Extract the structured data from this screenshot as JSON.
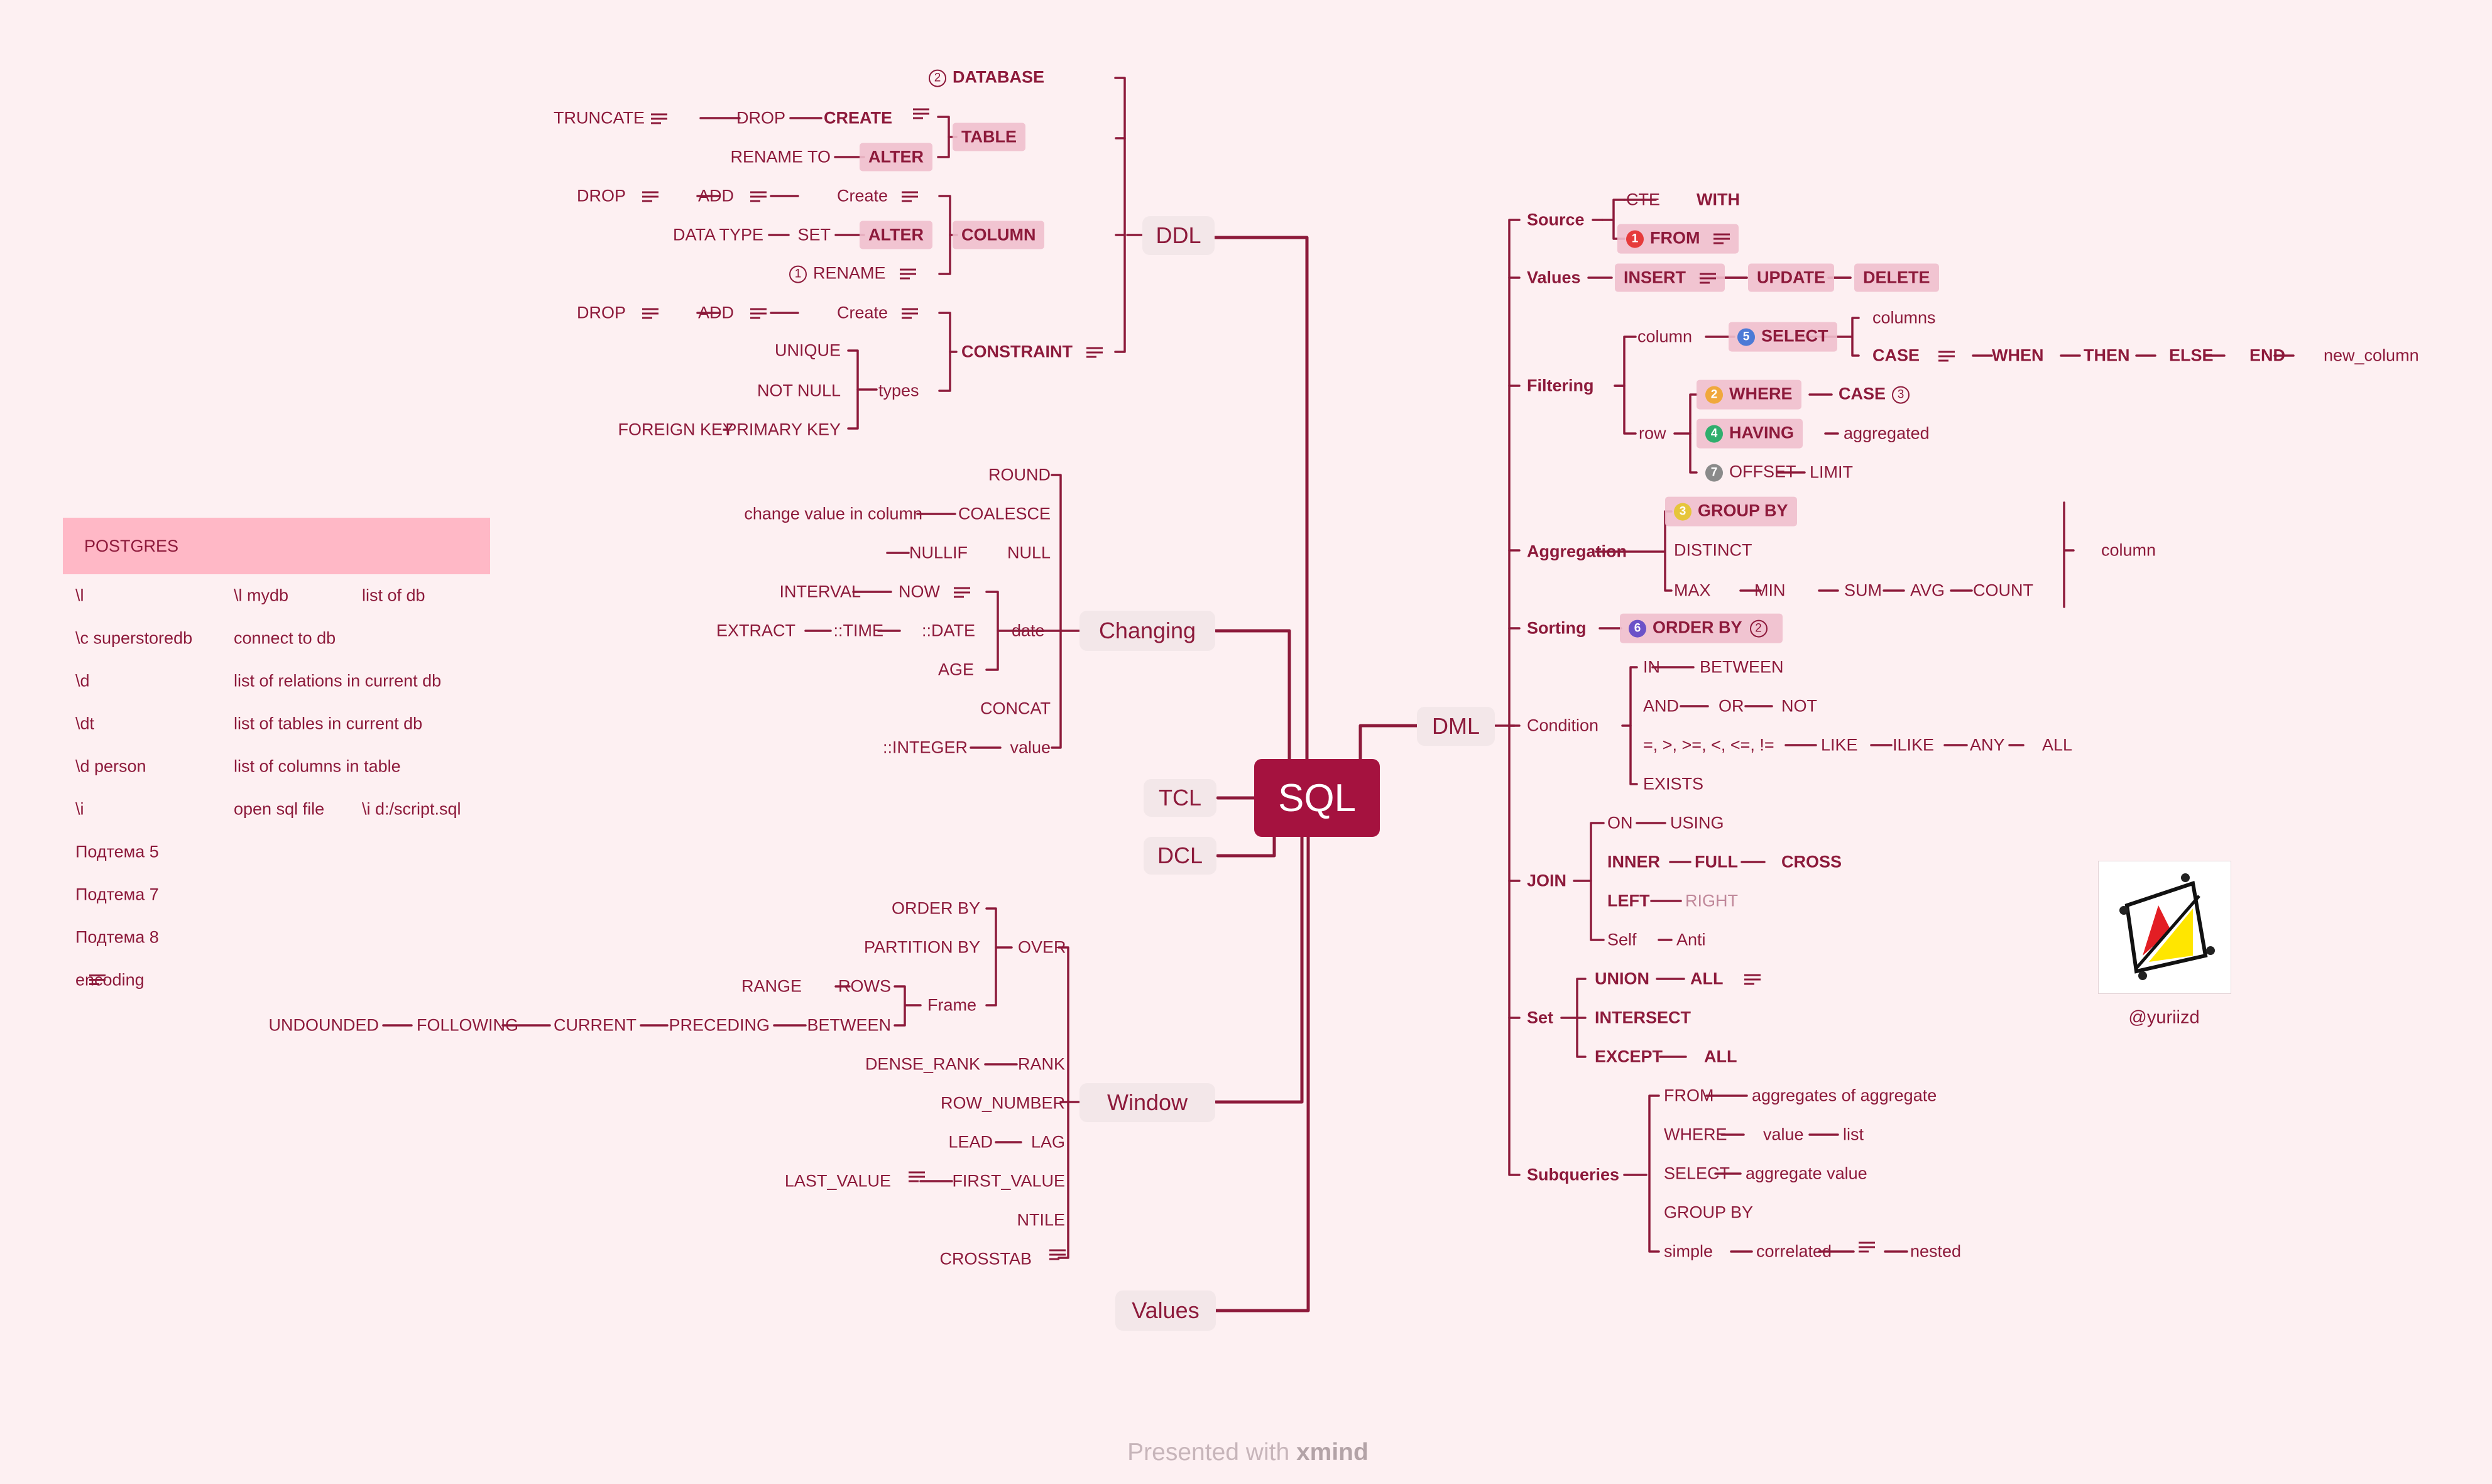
{
  "root": "SQL",
  "branches": {
    "ddl": "DDL",
    "dml": "DML",
    "changing": "Changing",
    "tcl": "TCL",
    "dcl": "DCL",
    "window": "Window",
    "values": "Values"
  },
  "ddl": {
    "database": "DATABASE",
    "truncate": "TRUNCATE",
    "drop1": "DROP",
    "create1": "CREATE",
    "table": "TABLE",
    "rename_to": "RENAME TO",
    "alter1": "ALTER",
    "drop2": "DROP",
    "add1": "ADD",
    "create2": "Create",
    "data_type": "DATA TYPE",
    "set": "SET",
    "alter2": "ALTER",
    "column": "COLUMN",
    "rename": "RENAME",
    "drop3": "DROP",
    "add2": "ADD",
    "create3": "Create",
    "constraint": "CONSTRAINT",
    "unique": "UNIQUE",
    "not_null": "NOT NULL",
    "types": "types",
    "foreign_key": "FOREIGN KEY",
    "primary_key": "PRIMARY KEY"
  },
  "changing": {
    "round": "ROUND",
    "change_value": "change value in column",
    "coalesce": "COALESCE",
    "nullif": "NULLIF",
    "null": "NULL",
    "interval": "INTERVAL",
    "now": "NOW",
    "extract": "EXTRACT",
    "time": "::TIME",
    "date_cast": "::DATE",
    "date": "date",
    "age": "AGE",
    "concat": "CONCAT",
    "integer": "::INTEGER",
    "value": "value"
  },
  "window": {
    "order_by": "ORDER BY",
    "partition_by": "PARTITION BY",
    "over": "OVER",
    "range": "RANGE",
    "rows": "ROWS",
    "frame": "Frame",
    "undounded": "UNDOUNDED",
    "following": "FOLLOWING",
    "current": "CURRENT",
    "preceding": "PRECEDING",
    "between": "BETWEEN",
    "dense_rank": "DENSE_RANK",
    "rank": "RANK",
    "row_number": "ROW_NUMBER",
    "lead": "LEAD",
    "lag": "LAG",
    "last_value": "LAST_VALUE",
    "first_value": "FIRST_VALUE",
    "ntile": "NTILE",
    "crosstab": "CROSSTAB"
  },
  "dml": {
    "source": "Source",
    "cte": "CTE",
    "with": "WITH",
    "from": "FROM",
    "values_lbl": "Values",
    "insert": "INSERT",
    "update": "UPDATE",
    "delete": "DELETE",
    "filtering": "Filtering",
    "column": "column",
    "select": "SELECT",
    "columns": "columns",
    "case": "CASE",
    "when": "WHEN",
    "then": "THEN",
    "else": "ELSE",
    "end": "END",
    "new_column": "new_column",
    "row": "row",
    "where": "WHERE",
    "case2": "CASE",
    "having": "HAVING",
    "aggregated": "aggregated",
    "offset": "OFFSET",
    "limit": "LIMIT",
    "aggregation": "Aggregation",
    "group_by": "GROUP BY",
    "distinct": "DISTINCT",
    "max": "MAX",
    "min": "MIN",
    "sum": "SUM",
    "avg": "AVG",
    "count": "COUNT",
    "agg_column": "column",
    "sorting": "Sorting",
    "order_by": "ORDER BY",
    "condition": "Condition",
    "in": "IN",
    "between": "BETWEEN",
    "and": "AND",
    "or": "OR",
    "not": "NOT",
    "ops": "=, >, >=, <, <=, !=",
    "like": "LIKE",
    "ilike": "ILIKE",
    "any": "ANY",
    "all": "ALL",
    "exists": "EXISTS",
    "join": "JOIN",
    "on": "ON",
    "using": "USING",
    "inner": "INNER",
    "full": "FULL",
    "cross": "CROSS",
    "left": "LEFT",
    "right": "RIGHT",
    "self": "Self",
    "anti": "Anti",
    "set": "Set",
    "union": "UNION",
    "union_all": "ALL",
    "intersect": "INTERSECT",
    "except": "EXCEPT",
    "except_all": "ALL",
    "subqueries": "Subqueries",
    "sq_from": "FROM",
    "agg_of_agg": "aggregates of aggregate",
    "sq_where": "WHERE",
    "sq_value": "value",
    "sq_list": "list",
    "sq_select": "SELECT",
    "agg_value": "aggregate value",
    "sq_group_by": "GROUP BY",
    "simple": "simple",
    "correlated": "correlated",
    "nested": "nested"
  },
  "markers": {
    "database": "2",
    "rename": "1",
    "from": "1",
    "select": "5",
    "where": "2",
    "case": "3",
    "having": "4",
    "offset": "7",
    "group_by": "3",
    "order_by": "6",
    "order_by_after": "2"
  },
  "postgres": {
    "title": "POSTGRES",
    "rows": [
      [
        "\\l",
        "\\l mydb",
        "list of db"
      ],
      [
        "\\c superstoredb",
        "connect to db",
        ""
      ],
      [
        "\\d",
        "list of relations in current db",
        ""
      ],
      [
        "\\dt",
        "list of tables in current db",
        ""
      ],
      [
        "\\d person",
        "list of columns in table",
        ""
      ],
      [
        "\\i",
        "open sql file",
        "\\i d:/script.sql"
      ],
      [
        "Подтема 5",
        "",
        ""
      ],
      [
        "Подтема 7",
        "",
        ""
      ],
      [
        "Подтема 8",
        "",
        ""
      ],
      [
        "encoding",
        "",
        ""
      ]
    ]
  },
  "credit": "@yuriizd",
  "footer": {
    "prefix": "Presented with ",
    "brand": "xmind"
  },
  "colors": {
    "background": "#fdf0f2",
    "line": "#8d1a3b",
    "root": "#a5123f",
    "highlight": "#efbfcd",
    "table_header": "#ffb8c6"
  },
  "icons": [
    "note-icon",
    "numbered-marker-icon",
    "app-logo-icon"
  ]
}
